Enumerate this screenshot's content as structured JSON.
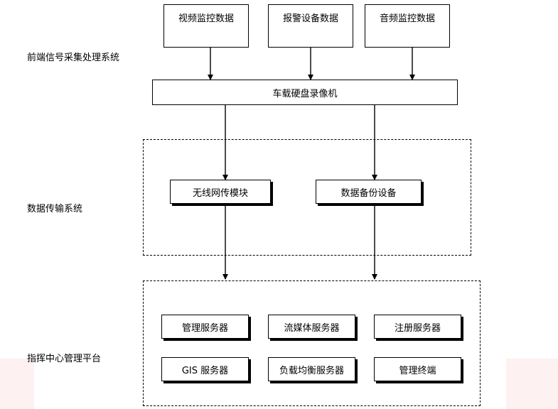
{
  "sections": {
    "frontend": "前端信号采集处理系统",
    "transmission": "数据传输系统",
    "platform": "指挥中心管理平台"
  },
  "sources": {
    "video": "视频监控数据",
    "alarm": "报警设备数据",
    "audio": "音频监控数据"
  },
  "recorder": "车载硬盘录像机",
  "transmission_modules": {
    "wireless": "无线网传模块",
    "backup": "数据备份设备"
  },
  "platform_servers": {
    "management": "管理服务器",
    "streaming": "流媒体服务器",
    "registration": "注册服务器",
    "gis": "GIS 服务器",
    "load_balance": "负载均衡服务器",
    "terminal": "管理终端"
  }
}
